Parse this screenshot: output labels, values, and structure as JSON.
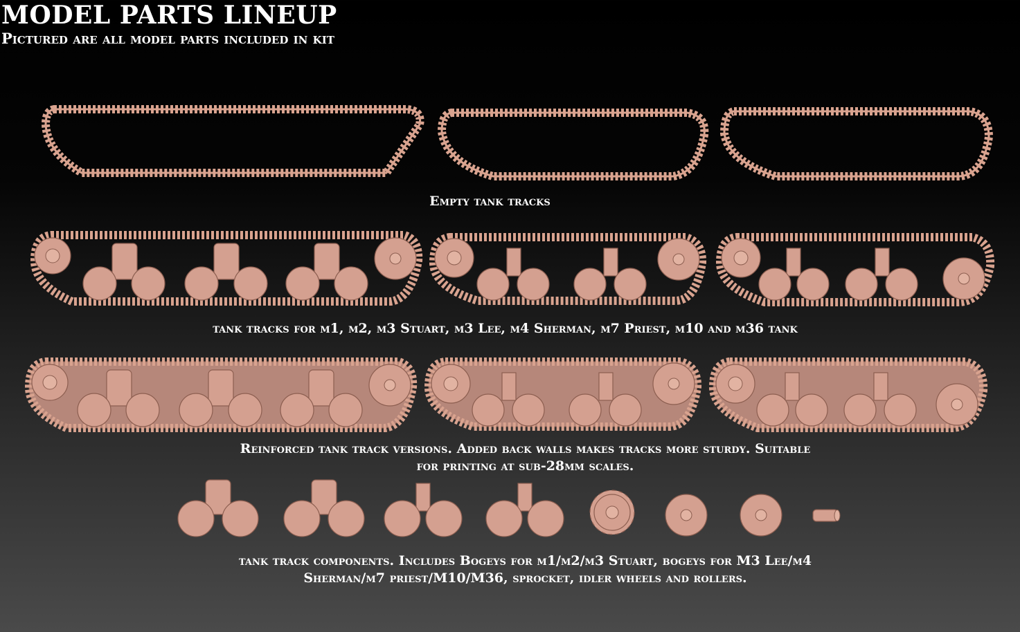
{
  "title": "MODEL PARTS LINEUP",
  "subtitle": "Pictured are all model parts included in kit",
  "captions": {
    "empty": "Empty tank tracks",
    "tracks": "tank tracks for m1, m2, m3 Stuart, m3 Lee, m4 Sherman, m7 Priest, m10 and m36 tank",
    "reinforced_1": "Reinforced tank track versions. Added back walls makes tracks more sturdy. Suitable",
    "reinforced_2": "for printing at sub-28mm scales.",
    "components_1": "tank track components. Includes Bogeys for m1/m2/m3 Stuart, bogeys for M3 Lee/m4",
    "components_2": "Sherman/m7 priest/M10/M36, sprocket, idler wheels and rollers."
  },
  "colors": {
    "resin": "#d4a090",
    "resin_dark": "#8c5e50",
    "text": "#ffffff"
  }
}
